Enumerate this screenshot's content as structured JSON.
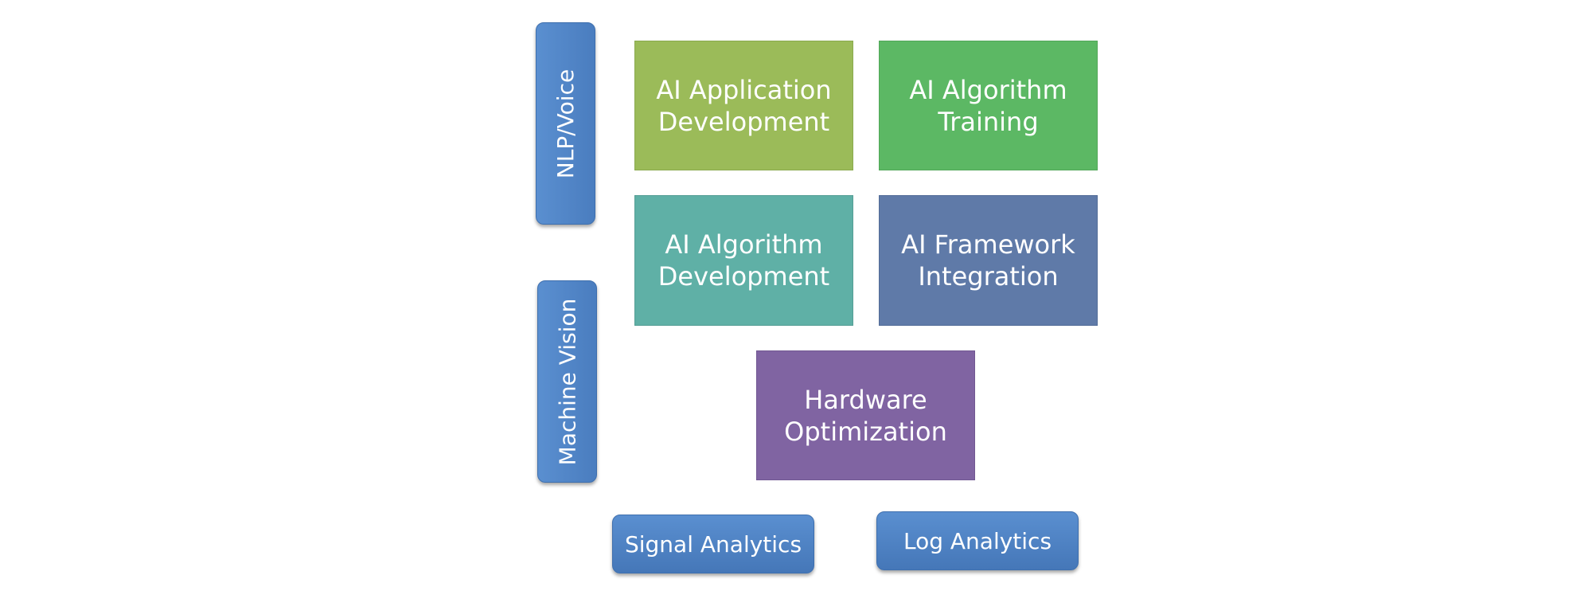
{
  "side_labels": {
    "nlp_voice": "NLP/Voice",
    "machine_vision": "Machine Vision"
  },
  "tiles": {
    "app_dev": "AI Application\nDevelopment",
    "algo_training": "AI Algorithm\nTraining",
    "algo_dev": "AI Algorithm\nDevelopment",
    "framework": "AI Framework\nIntegration",
    "hardware": "Hardware\nOptimization"
  },
  "bottom_labels": {
    "signal": "Signal Analytics",
    "log": "Log Analytics"
  },
  "colors": {
    "app_dev": "#9bbb59",
    "algo_training": "#5cb864",
    "algo_dev": "#5fb0a6",
    "framework": "#5f7aa8",
    "hardware": "#8064a2",
    "pill": "#4f81bd"
  }
}
